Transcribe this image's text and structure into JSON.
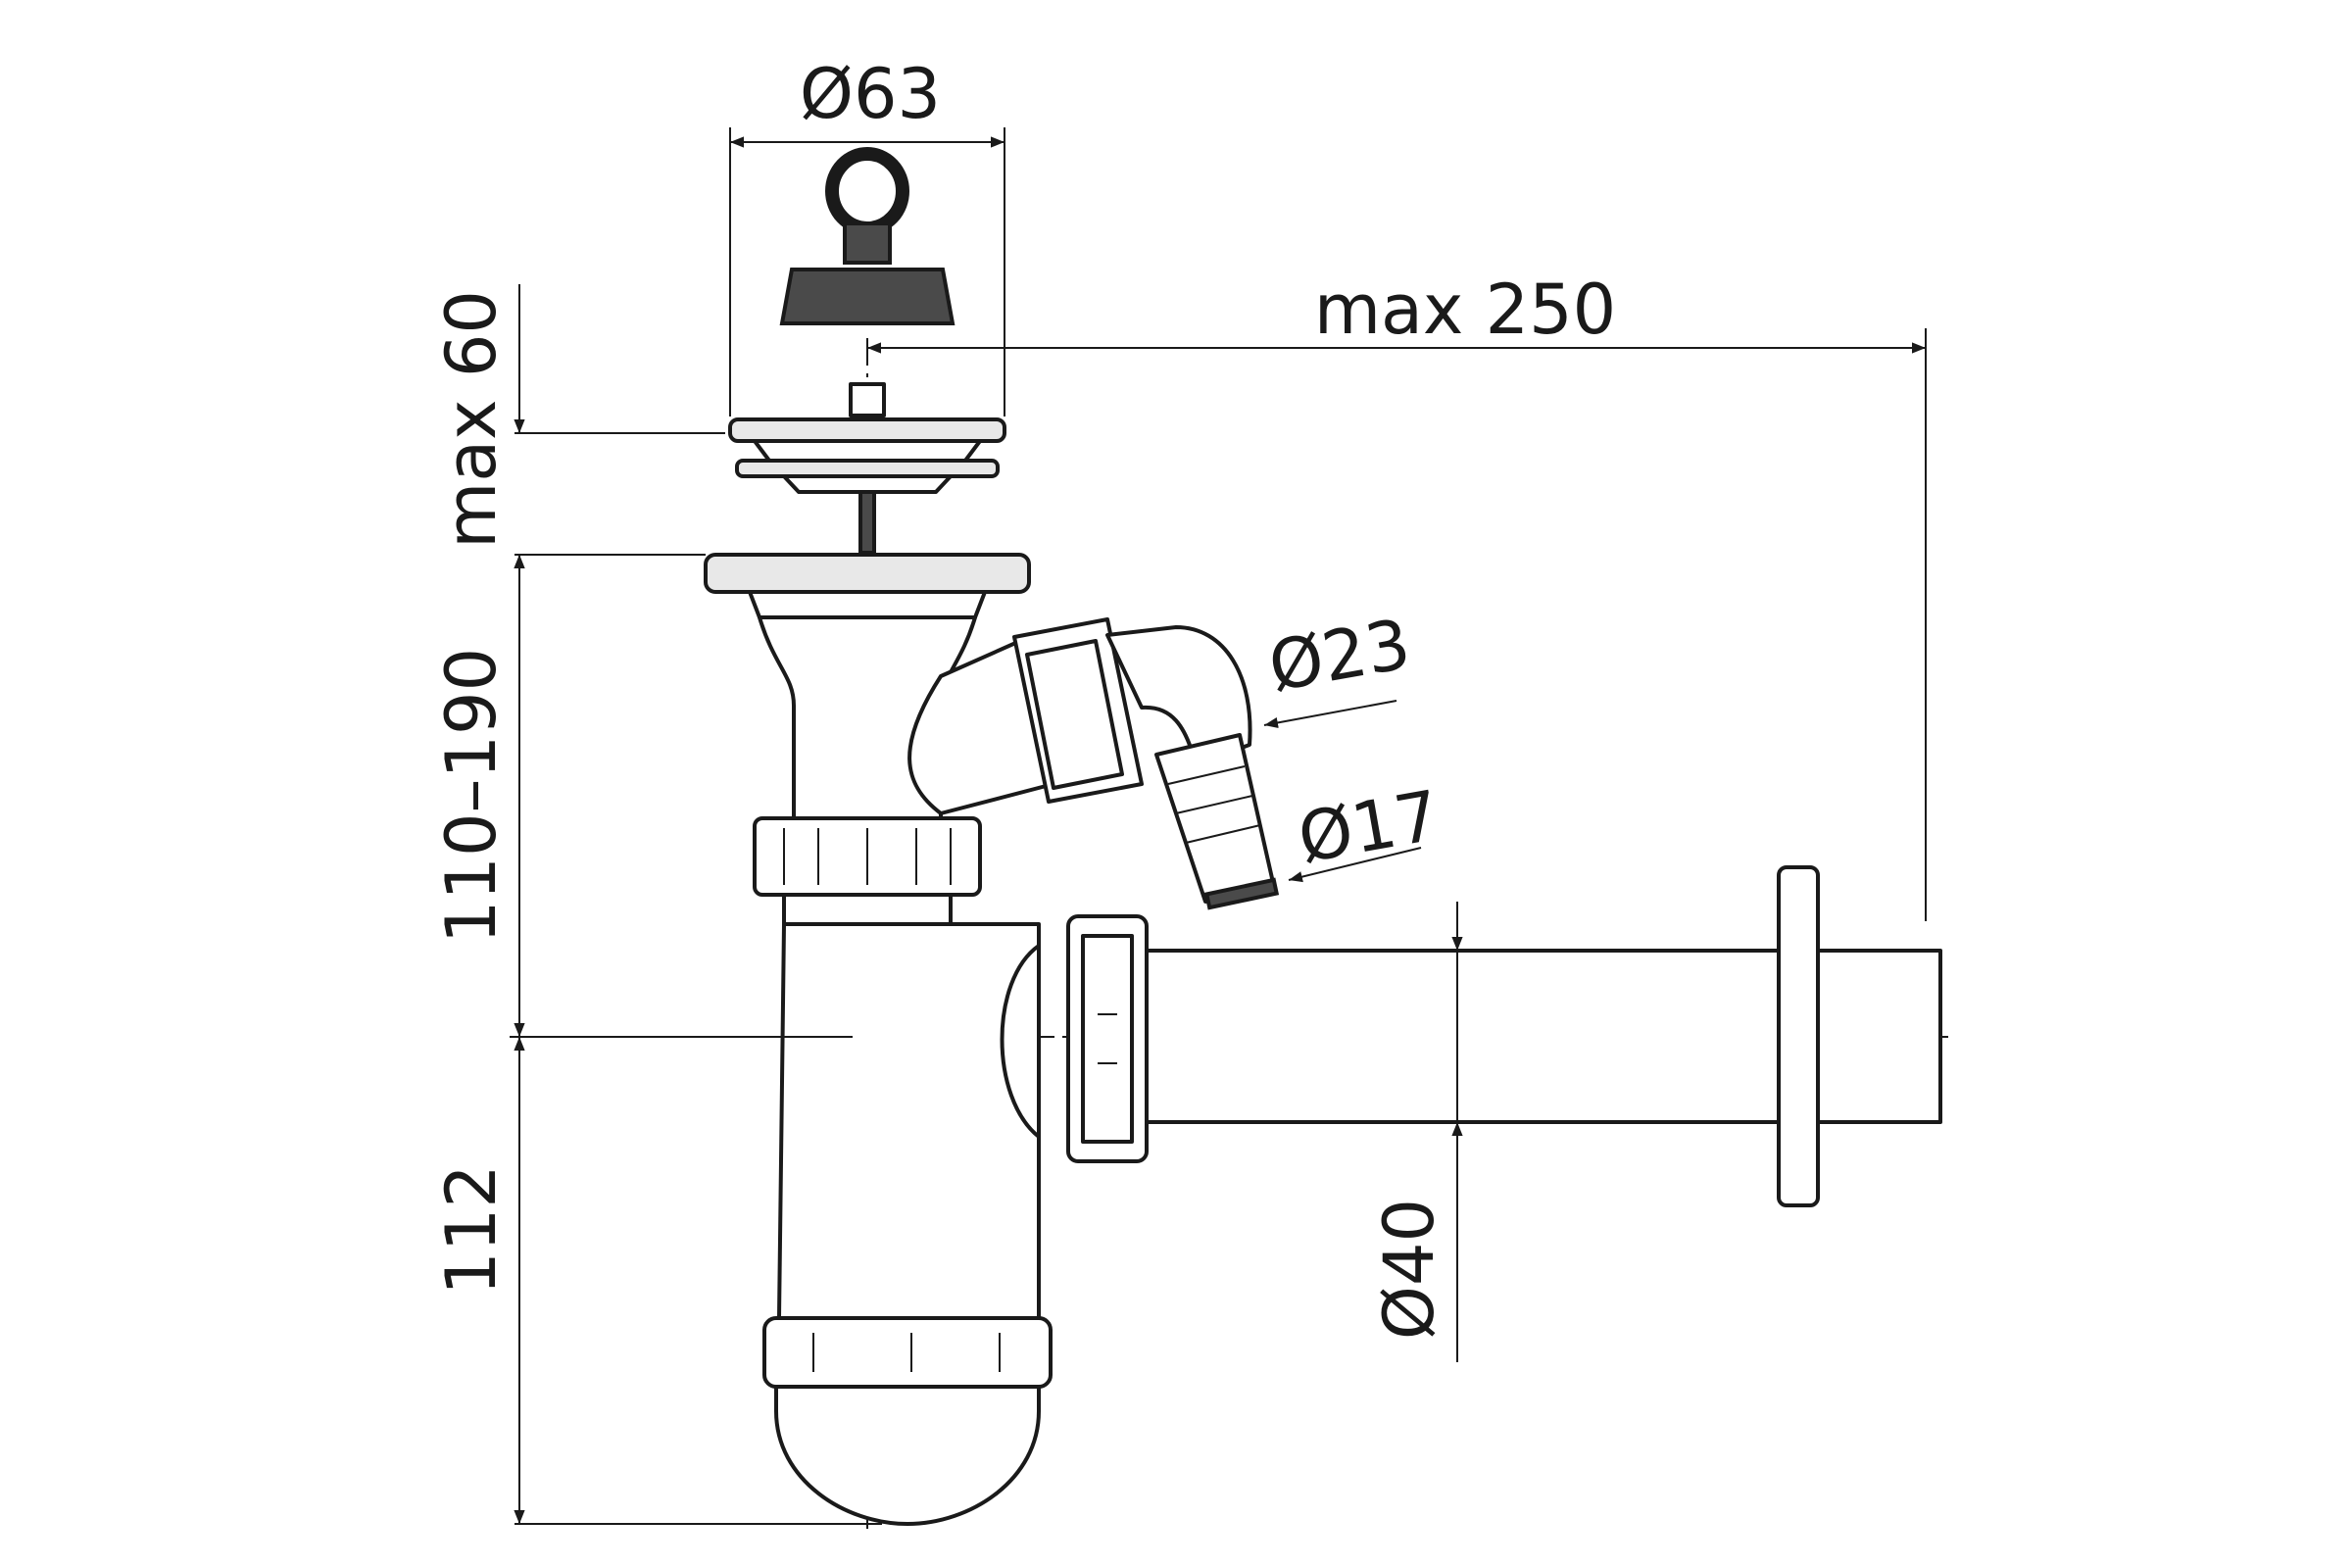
{
  "dimensions": {
    "stopper_diameter": "Ø63",
    "max_reach": "max 250",
    "max_plug_height": "max 60",
    "height_range": "110–190",
    "trap_depth": "112",
    "side_inlet_diameter": "Ø23",
    "hose_tail_diameter": "Ø17",
    "outlet_diameter": "Ø40"
  }
}
